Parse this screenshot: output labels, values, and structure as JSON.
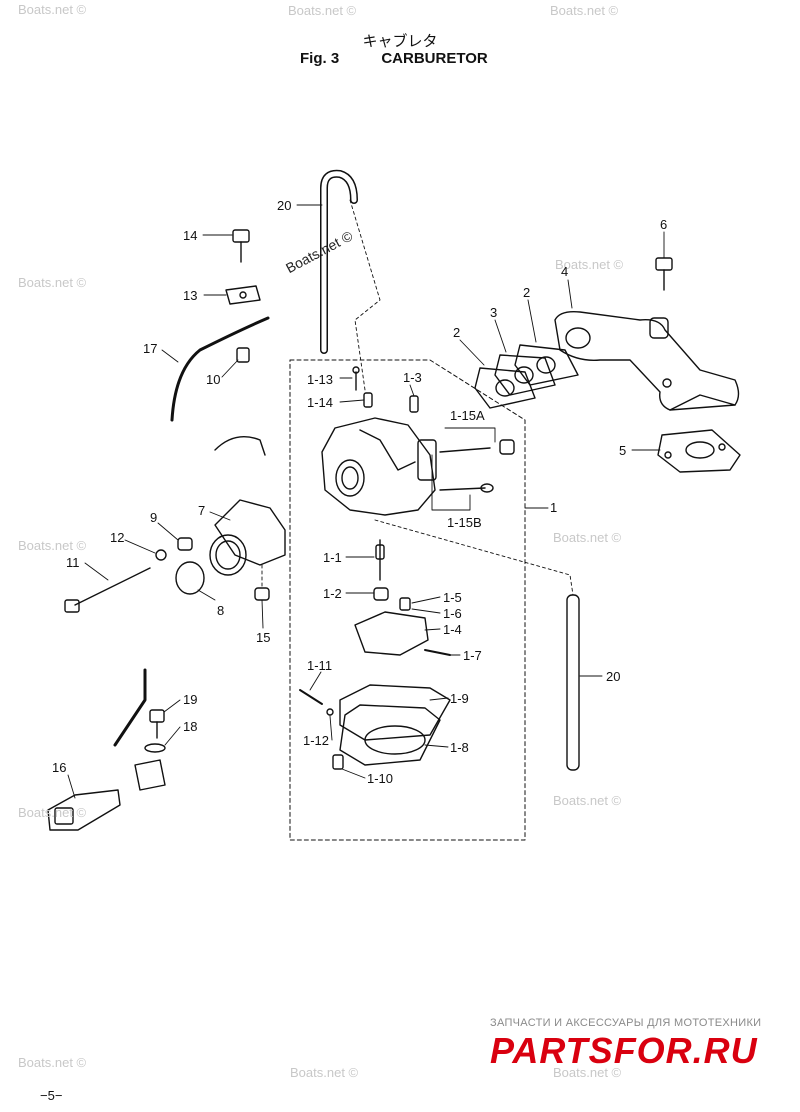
{
  "header": {
    "title_jp": "キャブレタ",
    "figure_label": "Fig. 3",
    "figure_title": "CARBURETOR"
  },
  "watermark": "Boats.net ©",
  "footer": {
    "brand_tagline": "ЗАПЧАСТИ И АКСЕССУАРЫ ДЛЯ МОТОТЕХНИКИ",
    "brand_name": "PARTSFOR.RU",
    "page_number": "−5−"
  },
  "callouts": {
    "p20_top": "20",
    "p14": "14",
    "p13": "13",
    "p17": "17",
    "p10": "10",
    "p6": "6",
    "p4": "4",
    "p2_right": "2",
    "p3": "3",
    "p2_left": "2",
    "p5": "5",
    "p1_13": "1-13",
    "p1_3": "1-3",
    "p1_14": "1-14",
    "p1_15A": "1-15A",
    "p1_15B": "1-15B",
    "p1": "1",
    "p9": "9",
    "p7": "7",
    "p12": "12",
    "p11": "11",
    "p8": "8",
    "p15": "15",
    "p1_1": "1-1",
    "p1_2": "1-2",
    "p1_5": "1-5",
    "p1_6": "1-6",
    "p1_4": "1-4",
    "p1_7": "1-7",
    "p20_right": "20",
    "p1_11": "1-11",
    "p1_9": "1-9",
    "p1_12": "1-12",
    "p1_8": "1-8",
    "p1_10": "1-10",
    "p19": "19",
    "p18": "18",
    "p16": "16"
  }
}
